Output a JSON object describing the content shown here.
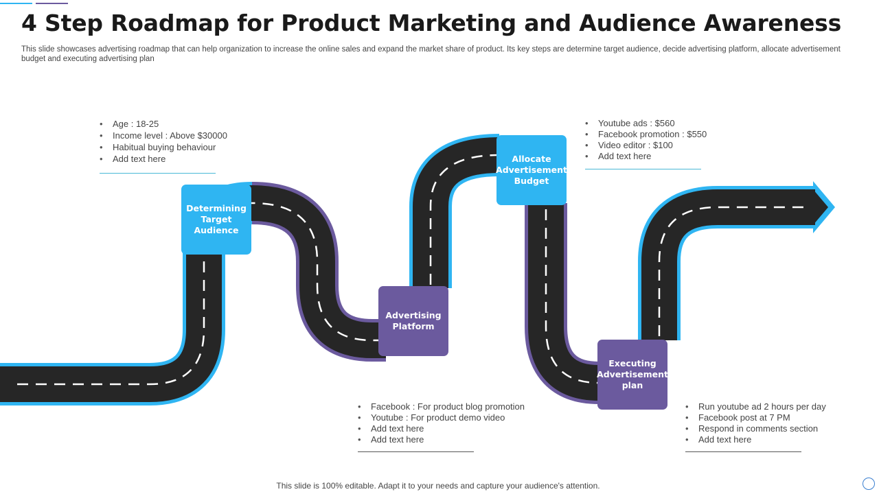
{
  "title": "4 Step Roadmap for Product Marketing and Audience Awareness",
  "subtitle": "This slide showcases advertising roadmap that can help organization to increase the online sales and expand the market share of product. Its key steps are determine target audience, decide advertising platform, allocate advertisement budget and executing advertising plan",
  "steps": [
    {
      "label": "Determining Target Audience",
      "color": "#2fb5f2",
      "items": [
        "Age : 18-25",
        "Income level  : Above  $30000",
        "Habitual buying behaviour",
        "Add text here"
      ]
    },
    {
      "label": "Advertising Platform",
      "color": "#6b5a9e",
      "items": [
        "Facebook : For product blog promotion",
        "Youtube : For product demo video",
        "Add text here",
        "Add text here"
      ]
    },
    {
      "label": "Allocate Advertisement Budget",
      "color": "#2fb5f2",
      "items": [
        "Youtube ads : $560",
        "Facebook promotion : $550",
        "Video editor : $100",
        "Add text here"
      ]
    },
    {
      "label": "Executing Advertisement plan",
      "color": "#6b5a9e",
      "items": [
        "Run youtube ad 2 hours per day",
        "Facebook post at 7 PM",
        "Respond in comments section",
        "Add text here"
      ]
    }
  ],
  "footer": "This slide is 100% editable. Adapt it to your needs and capture your audience's attention.",
  "colors": {
    "road": "#262626",
    "blue_accent": "#2fb5f2",
    "purple_accent": "#6b5a9e",
    "blue_rule": "#48b8d6",
    "dark_rule": "#555555"
  }
}
